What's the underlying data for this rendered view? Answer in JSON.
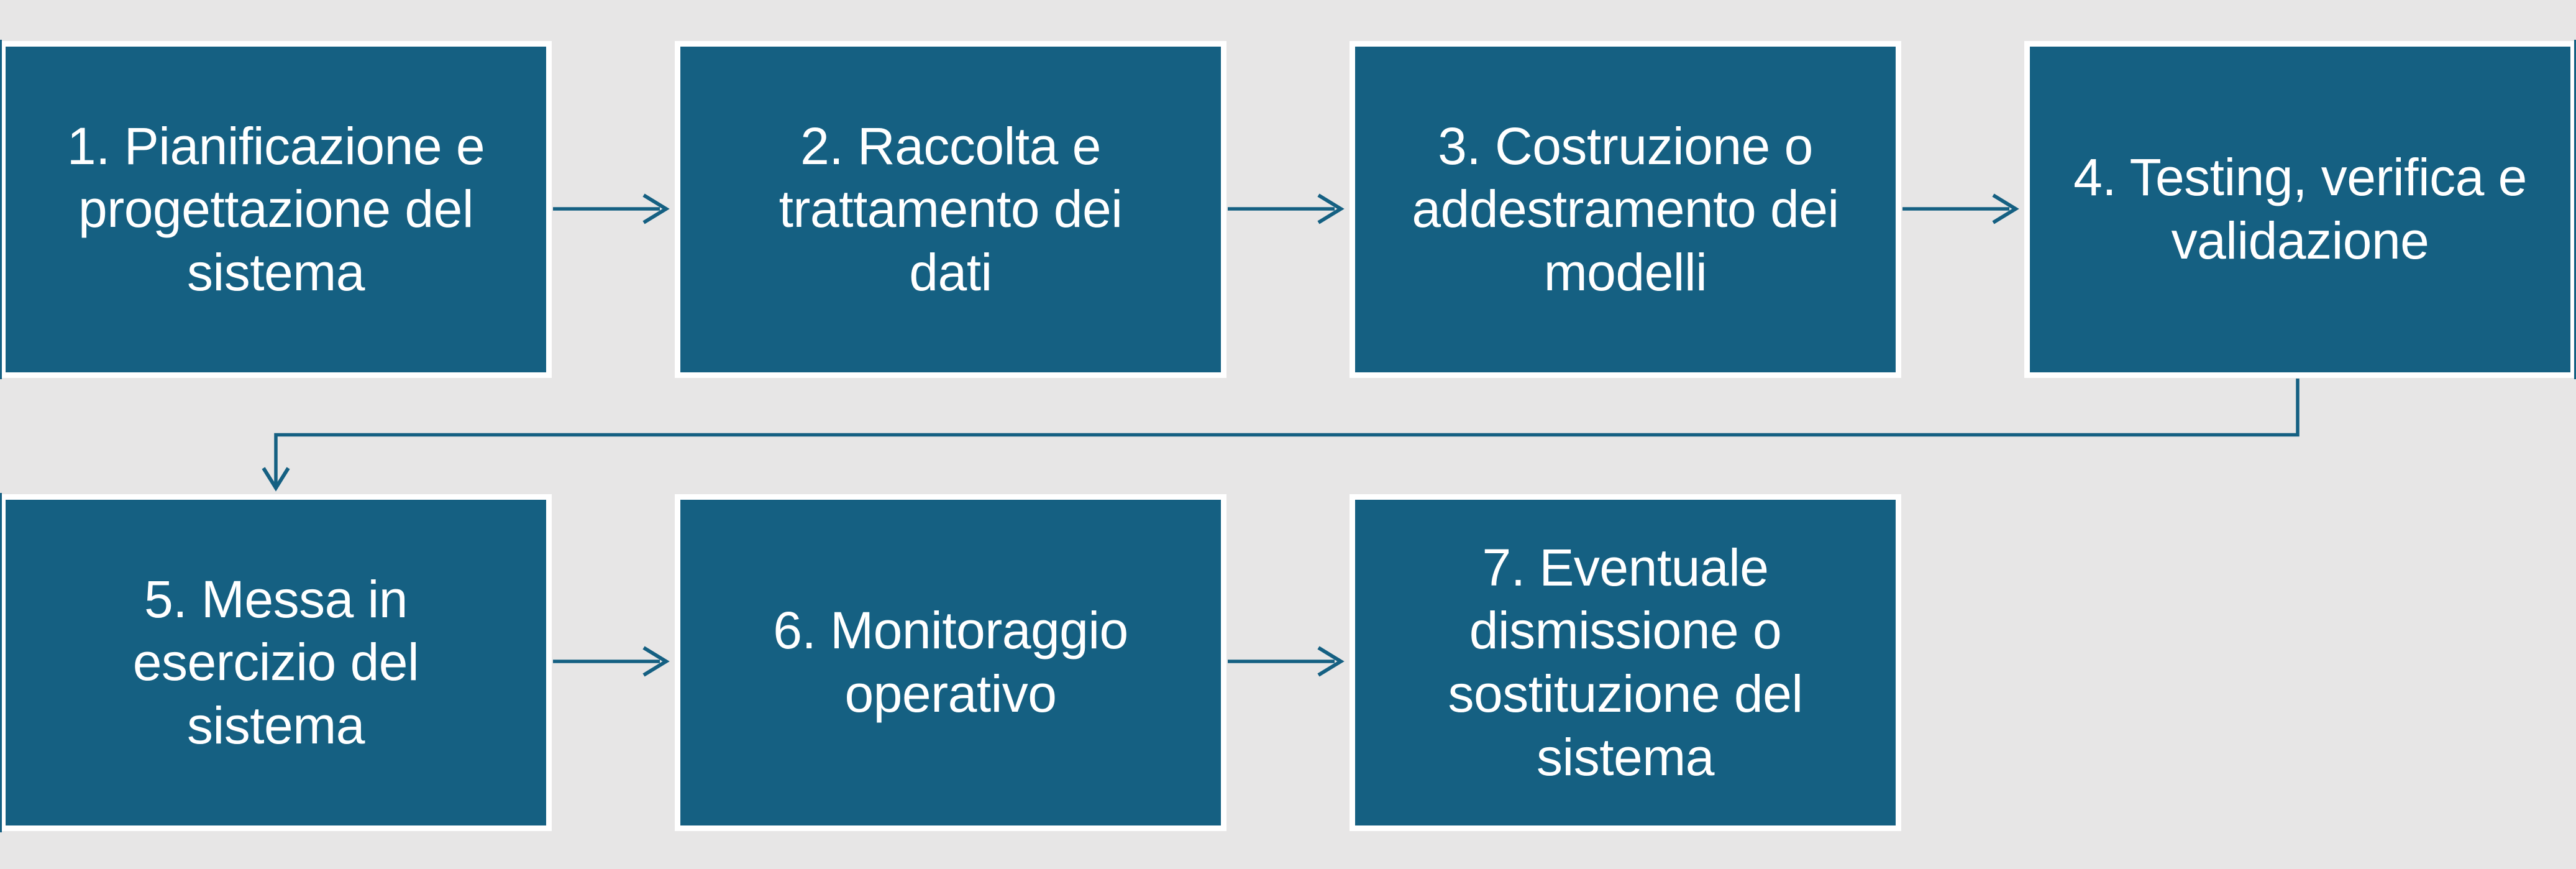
{
  "diagram": {
    "type": "flowchart",
    "language": "it",
    "colors": {
      "background": "#E7E6E6",
      "box_fill": "#156082",
      "box_border": "#FFFFFF",
      "arrow": "#156082",
      "text": "#FFFFFF"
    },
    "steps": [
      {
        "id": 1,
        "row": 1,
        "lines": [
          "1. Pianificazione e",
          "progettazione del",
          "sistema"
        ]
      },
      {
        "id": 2,
        "row": 1,
        "lines": [
          "2. Raccolta e",
          "trattamento dei",
          "dati"
        ]
      },
      {
        "id": 3,
        "row": 1,
        "lines": [
          "3. Costruzione o",
          "addestramento dei",
          "modelli"
        ]
      },
      {
        "id": 4,
        "row": 1,
        "lines": [
          "4. Testing, verifica e",
          "validazione"
        ]
      },
      {
        "id": 5,
        "row": 2,
        "lines": [
          "5. Messa in",
          "esercizio del",
          "sistema"
        ]
      },
      {
        "id": 6,
        "row": 2,
        "lines": [
          "6. Monitoraggio",
          "operativo"
        ]
      },
      {
        "id": 7,
        "row": 2,
        "lines": [
          "7. Eventuale",
          "dismissione o",
          "sostituzione del",
          "sistema"
        ]
      }
    ],
    "edges": [
      {
        "from": 1,
        "to": 2,
        "shape": "straight"
      },
      {
        "from": 2,
        "to": 3,
        "shape": "straight"
      },
      {
        "from": 3,
        "to": 4,
        "shape": "straight"
      },
      {
        "from": 4,
        "to": 5,
        "shape": "elbow"
      },
      {
        "from": 5,
        "to": 6,
        "shape": "straight"
      },
      {
        "from": 6,
        "to": 7,
        "shape": "straight"
      }
    ]
  }
}
